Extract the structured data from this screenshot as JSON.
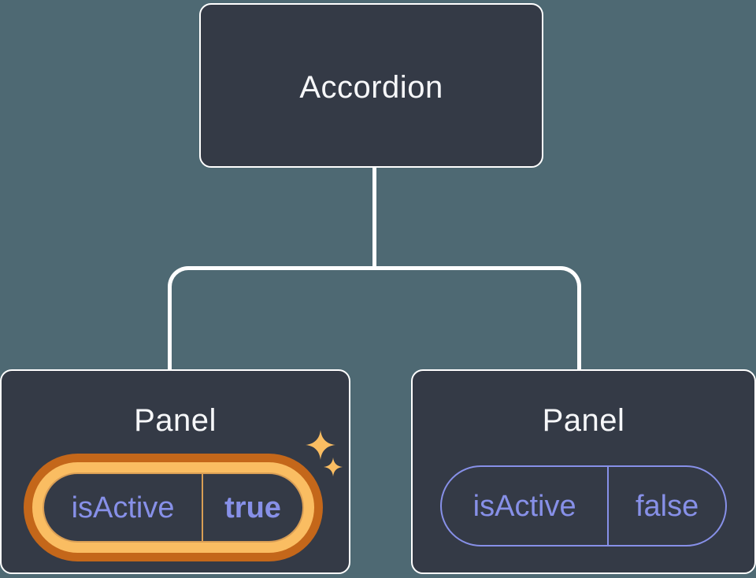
{
  "diagram": {
    "root": {
      "label": "Accordion"
    },
    "children": [
      {
        "label": "Panel",
        "highlighted": true,
        "state": {
          "name": "isActive",
          "value": "true"
        }
      },
      {
        "label": "Panel",
        "highlighted": false,
        "state": {
          "name": "isActive",
          "value": "false"
        }
      }
    ],
    "icons": [
      {
        "name": "sparkle-icon-large"
      },
      {
        "name": "sparkle-icon-small"
      }
    ],
    "colors": {
      "background": "#4E6973",
      "node_fill": "#343A46",
      "node_border": "#FFFFFF",
      "label_text": "#F6F7F9",
      "state_text": "#8790E8",
      "state_pill_border": "#8790E8",
      "highlight_ring_outer": "#C4671A",
      "highlight_ring_inner": "#FABD62",
      "highlight_divider": "#D99E55",
      "sparkle": "#FABD62",
      "connector": "#FFFFFF"
    }
  }
}
